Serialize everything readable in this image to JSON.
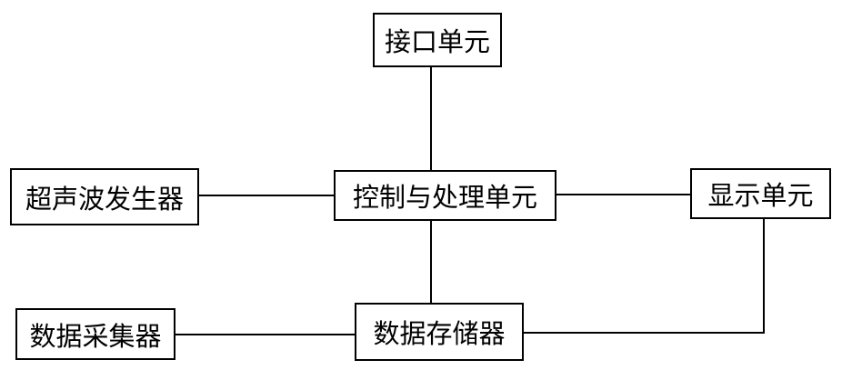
{
  "nodes": {
    "interface_unit": "接口单元",
    "control_processing_unit": "控制与处理单元",
    "ultrasonic_generator": "超声波发生器",
    "display_unit": "显示单元",
    "data_acquisition": "数据采集器",
    "data_storage": "数据存储器"
  },
  "edges": [
    [
      "interface_unit",
      "control_processing_unit"
    ],
    [
      "ultrasonic_generator",
      "control_processing_unit"
    ],
    [
      "control_processing_unit",
      "display_unit"
    ],
    [
      "control_processing_unit",
      "data_storage"
    ],
    [
      "data_acquisition",
      "data_storage"
    ],
    [
      "data_storage",
      "display_unit"
    ]
  ]
}
